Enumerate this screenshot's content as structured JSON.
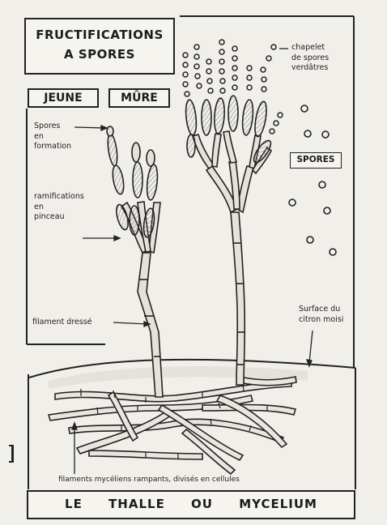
{
  "title": {
    "line1": "FRUCTIFICATIONS",
    "line2": "A SPORES"
  },
  "stages": {
    "young": "JEUNE",
    "mature": "MÛRE"
  },
  "labels": {
    "spores_formation_1": "Spores",
    "spores_formation_2": "en",
    "spores_formation_3": "formation",
    "ramifications_1": "ramifications",
    "ramifications_2": "en",
    "ramifications_3": "pinceau",
    "filament": "filament dressé",
    "chapelet_1": "chapelet",
    "chapelet_2": "de spores",
    "chapelet_3": "verdâtres",
    "spores": "SPORES",
    "surface_1": "Surface du",
    "surface_2": "citron moisi",
    "mycelium_filaments": "filaments mycéliens rampants, divisés en cellules"
  },
  "bottom": {
    "caption": "LE THALLE OU MYCELIUM"
  }
}
